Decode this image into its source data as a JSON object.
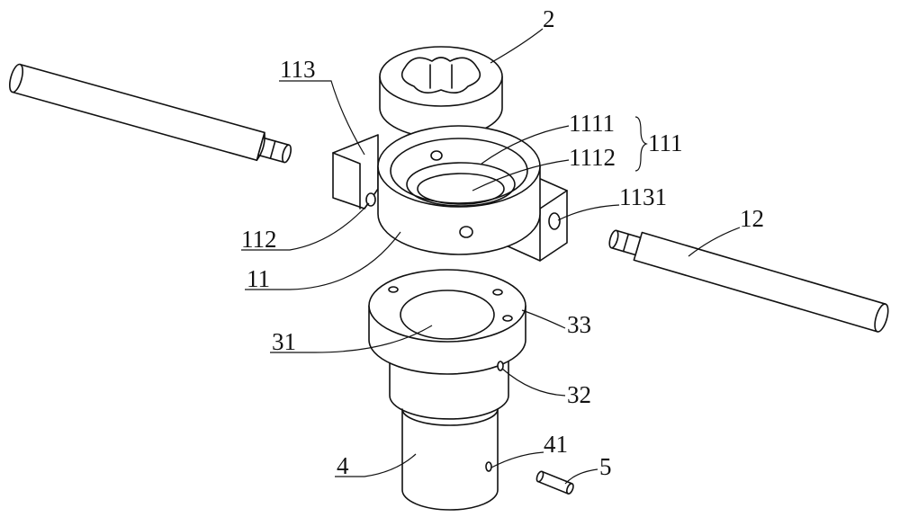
{
  "figure": {
    "labels": {
      "die": "2",
      "arm_block": "113",
      "seat_upper": "1111",
      "seat_group": "111",
      "seat_lower": "1112",
      "arm_hole": "1131",
      "handle": "12",
      "screw_hole": "112",
      "body": "11",
      "flange": "33",
      "bore": "31",
      "side_hole": "32",
      "shaft_hole": "41",
      "shaft": "4",
      "pin": "5"
    }
  }
}
